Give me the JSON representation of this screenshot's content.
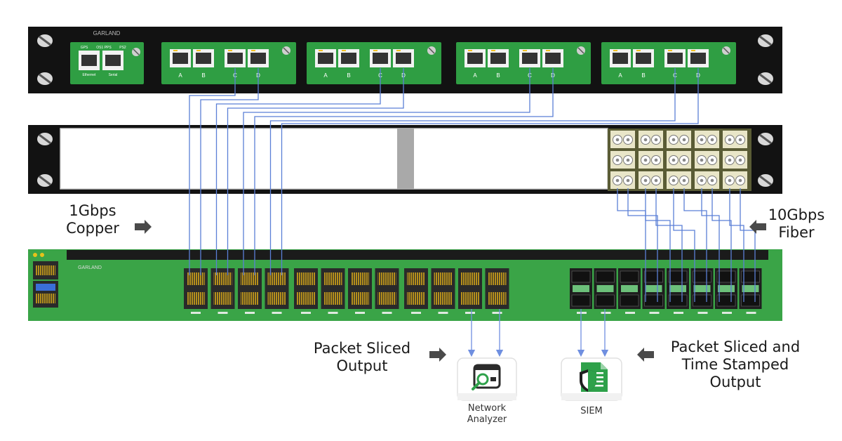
{
  "top_unit": {
    "brand": "GARLAND",
    "mgmt_port_labels": [
      "GPS",
      "OS1 PPS",
      "PS2"
    ],
    "mgmt_sub_labels": [
      "Ethernet",
      "Serial"
    ],
    "tap_port_labels": [
      "A",
      "B",
      "C",
      "D"
    ],
    "tap_module_count": 4
  },
  "patch_panel": {
    "fiber_cassette_columns": 5,
    "fiber_cassette_rows": 3
  },
  "switch": {
    "brand": "GARLAND",
    "copper_port_pairs": 12,
    "sfp_port_pairs": 8
  },
  "labels": {
    "copper_line1": "1Gbps",
    "copper_line2": "Copper",
    "fiber_line1": "10Gbps",
    "fiber_line2": "Fiber",
    "sliced_line1": "Packet Sliced",
    "sliced_line2": "Output",
    "stamped_line1": "Packet Sliced and",
    "stamped_line2": "Time Stamped",
    "stamped_line3": "Output"
  },
  "tools": {
    "network_analyzer_line1": "Network",
    "network_analyzer_line2": "Analyzer",
    "siem": "SIEM"
  },
  "colors": {
    "rack": "#121212",
    "board_green": "#2f9e43",
    "switch_green": "#3aa447",
    "cable_blue": "#5b7fd6",
    "arrow": "#4a4a4a",
    "fiber_panel": "#5a5c35",
    "siem_green": "#2ea14a"
  }
}
